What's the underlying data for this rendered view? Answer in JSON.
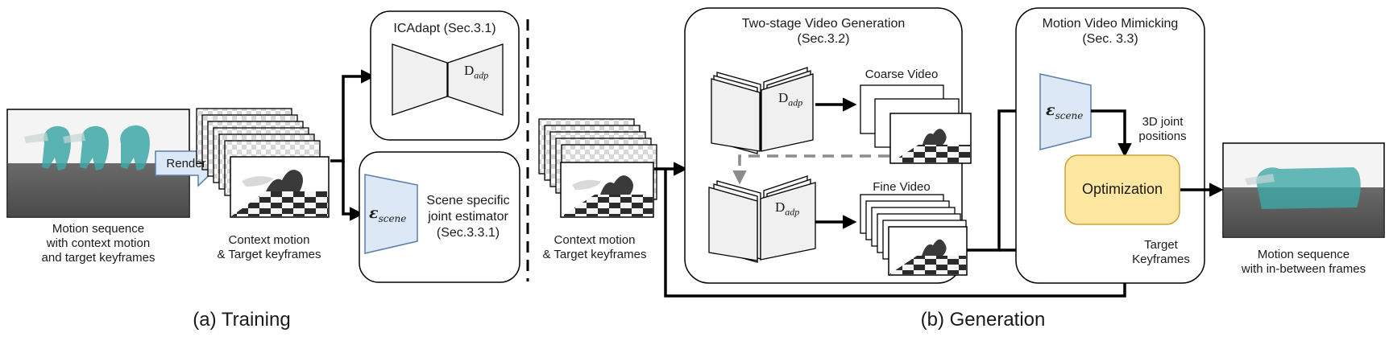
{
  "training": {
    "motion_sequence_label_1": "Motion sequence",
    "motion_sequence_label_2": "with context motion",
    "motion_sequence_label_3": "and target keyframes",
    "render_label": "Render",
    "context_label_1": "Context motion",
    "context_label_2": "& Target keyframes",
    "icadapt_title": "ICAdapt (Sec.3.1)",
    "d_adp_main": "D",
    "d_adp_sub": "adp",
    "estimator_main": "ε",
    "estimator_sub": "scene",
    "estimator_label_1": "Scene specific",
    "estimator_label_2": "joint estimator",
    "estimator_label_3": "(Sec.3.3.1)",
    "caption": "(a) Training"
  },
  "generation": {
    "context_label_1": "Context motion",
    "context_label_2": "& Target keyframes",
    "two_stage_title_1": "Two-stage Video Generation",
    "two_stage_title_2": "(Sec.3.2)",
    "coarse_video_label": "Coarse Video",
    "fine_video_label": "Fine Video",
    "d_adp_main": "D",
    "d_adp_sub": "adp",
    "mimicking_title_1": "Motion Video Mimicking",
    "mimicking_title_2": "(Sec. 3.3)",
    "estimator_main": "ε",
    "estimator_sub": "scene",
    "joint_positions_1": "3D joint",
    "joint_positions_2": "positions",
    "optimization_label": "Optimization",
    "target_keyframes_1": "Target",
    "target_keyframes_2": "Keyframes",
    "output_label_1": "Motion sequence",
    "output_label_2": "with in-between frames",
    "caption": "(b) Generation"
  },
  "colors": {
    "estimator_fill": "#dce8f5",
    "estimator_stroke": "#5a7fa8",
    "optimization_fill": "#fde7a1",
    "optimization_stroke": "#c9a23a",
    "render_fill": "#dce8f5",
    "floor": "#5a5a5a",
    "sky": "#f2f2f2"
  }
}
